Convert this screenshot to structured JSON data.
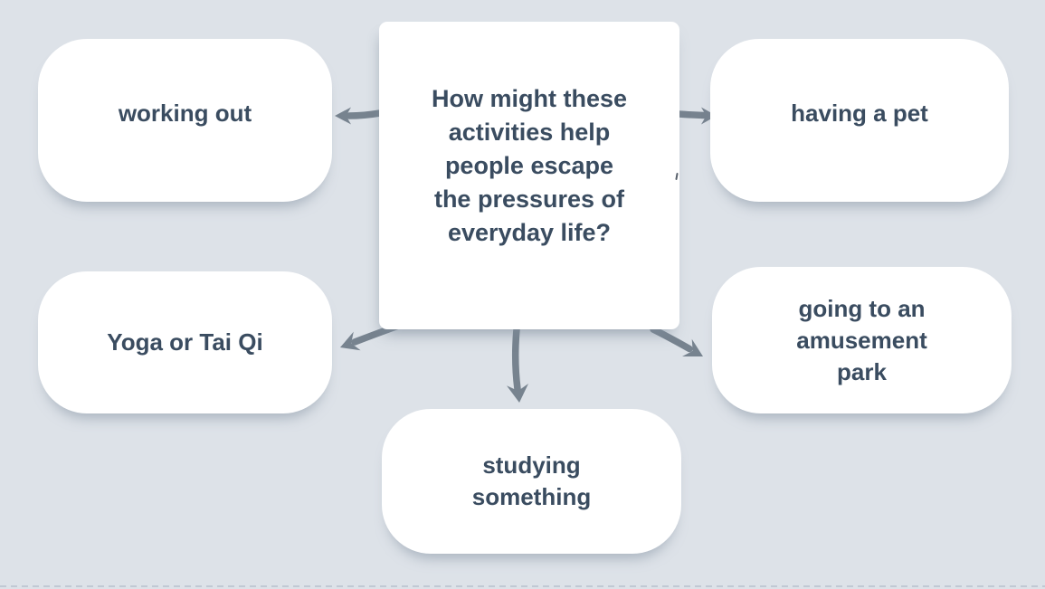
{
  "diagram": {
    "center_question": "How might these\nactivities help\npeople escape\nthe pressures of\neveryday life?",
    "nodes": [
      {
        "id": "working-out",
        "label": "working out",
        "position": "top-left"
      },
      {
        "id": "having-a-pet",
        "label": "having a pet",
        "position": "top-right"
      },
      {
        "id": "yoga-or-tai-qi",
        "label": "Yoga or Tai Qi",
        "position": "middle-left"
      },
      {
        "id": "going-to-an-amusement-park",
        "label": "going to an\namusement\npark",
        "position": "middle-right"
      },
      {
        "id": "studying-something",
        "label": "studying\nsomething",
        "position": "bottom-center"
      }
    ],
    "arrows": [
      {
        "from": "center",
        "to": "working-out"
      },
      {
        "from": "center",
        "to": "having-a-pet"
      },
      {
        "from": "center",
        "to": "yoga-or-tai-qi"
      },
      {
        "from": "center",
        "to": "studying-something"
      },
      {
        "from": "center",
        "to": "going-to-an-amusement-park"
      }
    ],
    "colors": {
      "background": "#dde2e8",
      "node_fill": "#ffffff",
      "text": "#3a4c60",
      "arrow": "#77838f"
    }
  }
}
